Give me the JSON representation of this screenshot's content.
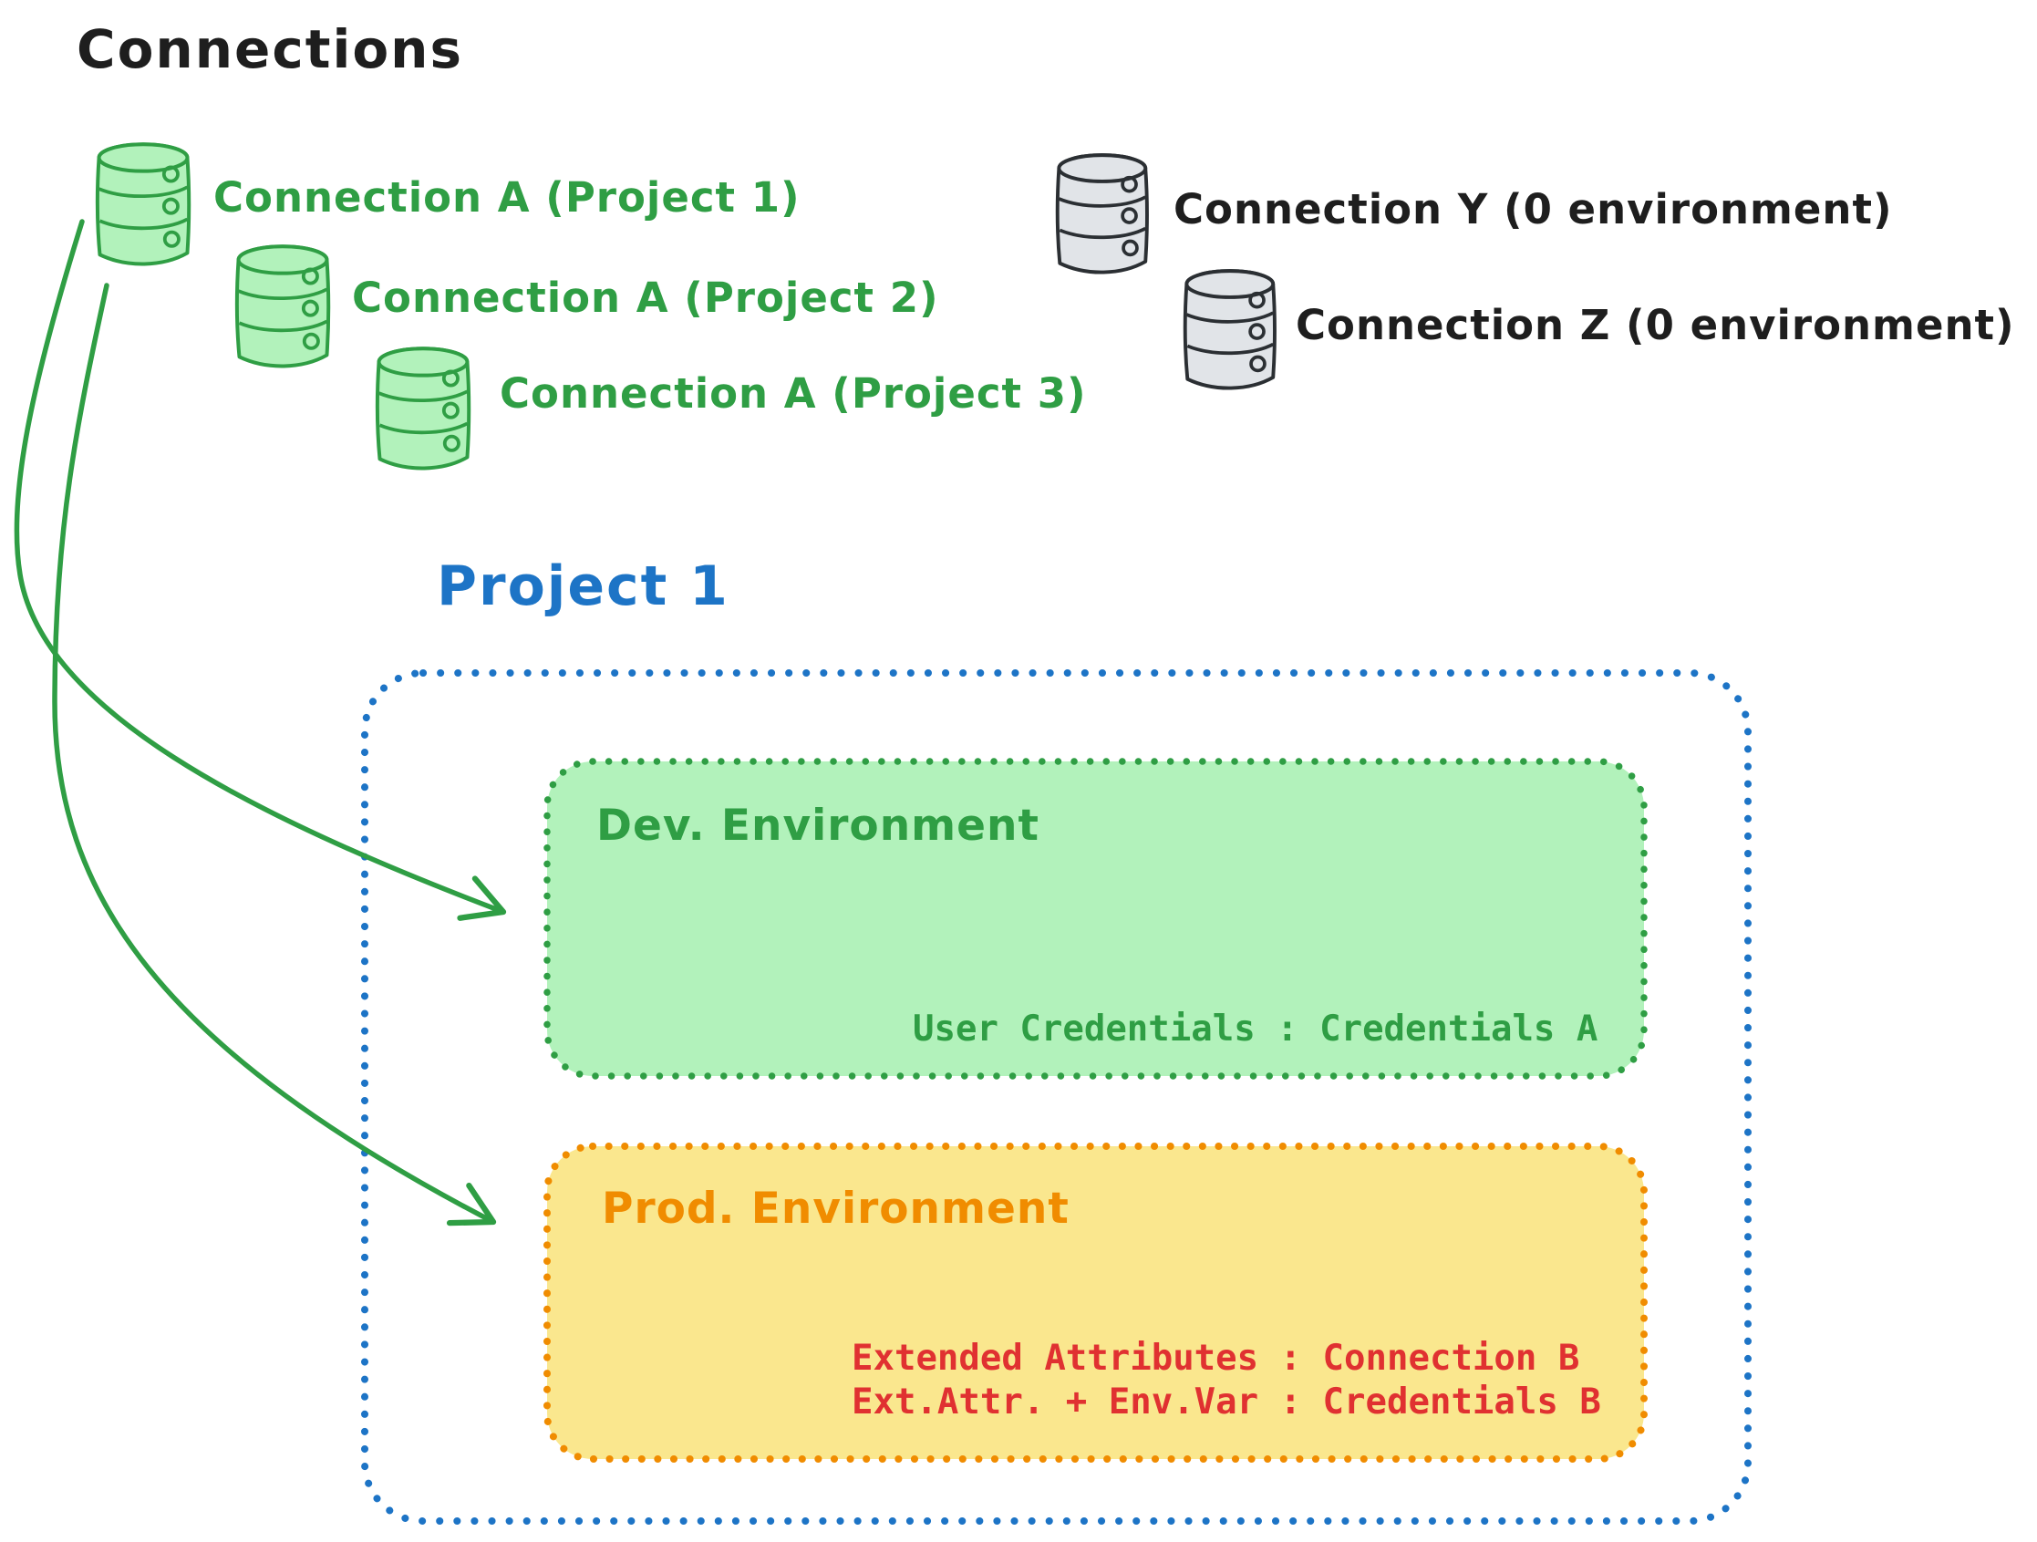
{
  "title": "Connections",
  "connections": {
    "assigned": [
      {
        "label": "Connection A (Project 1)"
      },
      {
        "label": "Connection A (Project 2)"
      },
      {
        "label": "Connection A (Project 3)"
      }
    ],
    "unassigned": [
      {
        "label": "Connection Y (0 environment)"
      },
      {
        "label": "Connection Z (0 environment)"
      }
    ]
  },
  "project": {
    "title": "Project 1",
    "environments": [
      {
        "name": "Dev. Environment",
        "lines": [
          "User Credentials : Credentials A"
        ]
      },
      {
        "name": "Prod. Environment",
        "lines": [
          "Extended Attributes : Connection B",
          "Ext.Attr. + Env.Var : Credentials B"
        ]
      }
    ]
  },
  "colors": {
    "green_stroke": "#2f9e44",
    "green_fill": "#b2f2bb",
    "blue": "#1d74c6",
    "orange_stroke": "#f08c00",
    "yellow_fill": "#fae78e",
    "red_text": "#e03131",
    "black_text": "#1e1e1e",
    "gray_fill": "#e1e4e8"
  }
}
